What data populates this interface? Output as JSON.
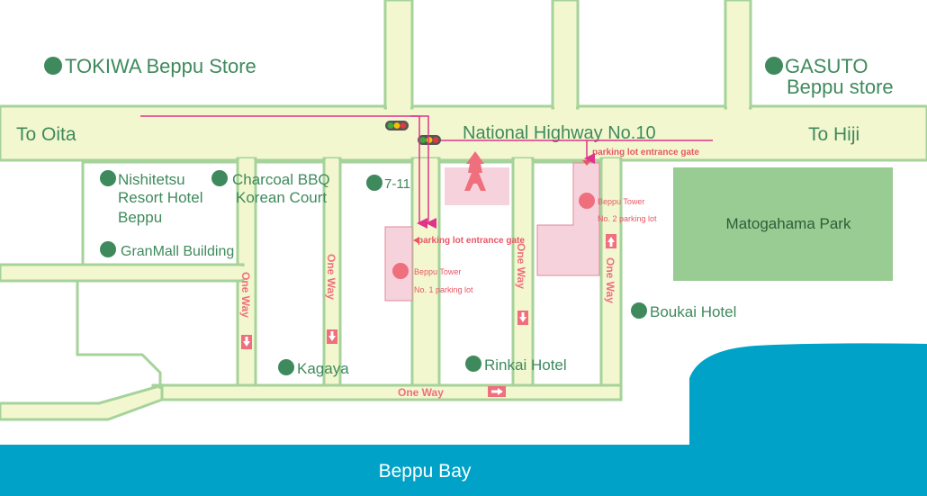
{
  "colors": {
    "road_fill": "#f3f7cf",
    "road_edge": "#a5d39a",
    "park": "#99cc92",
    "sea": "#00a3c7",
    "landmark_dot": "#3f8a5c",
    "landmark_text": "#3f8a5c",
    "parking_fill": "#f6d3dc",
    "parking_edge": "#e38a98",
    "parking_dot": "#ef6f7d",
    "parking_text": "#e85766",
    "route": "#e0338a",
    "oneway": "#ef6f7d"
  },
  "labels": {
    "to_oita": "To Oita",
    "to_hiji": "To Hiji",
    "highway": "National Highway No.10",
    "park": "Matogahama Park",
    "bay": "Beppu Bay"
  },
  "landmarks": {
    "tokiwa": "TOKIWA Beppu Store",
    "gasuto_1": "GASUTO",
    "gasuto_2": "Beppu store",
    "nishitetsu_1": "Nishitetsu",
    "nishitetsu_2": "Resort Hotel",
    "nishitetsu_3": "Beppu",
    "charcoal_1": "Charcoal BBQ",
    "charcoal_2": "Korean Court",
    "seven_eleven": "7-11",
    "granmall": "GranMall Building",
    "kagaya": "Kagaya",
    "rinkai": "Rinkai Hotel",
    "boukai": "Boukai Hotel"
  },
  "parking": {
    "entrance_gate_1": "parking lot entrance gate",
    "entrance_gate_2": "parking lot entrance gate",
    "lot1_line1": "Beppu Tower",
    "lot1_line2": "No. 1 parking lot",
    "lot2_line1": "Beppu Tower",
    "lot2_line2": "No. 2 parking lot"
  },
  "oneway": {
    "label": "One Way"
  }
}
